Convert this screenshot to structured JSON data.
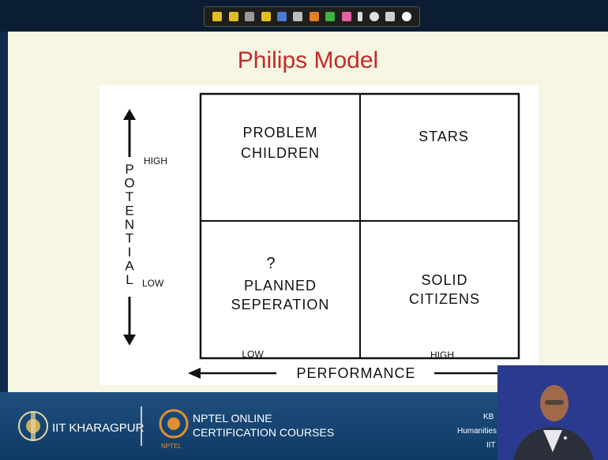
{
  "slide": {
    "title": "Philips Model"
  },
  "diagram": {
    "quadrants": {
      "top_left": "PROBLEM\nCHILDREN",
      "top_left_line1": "PROBLEM",
      "top_left_line2": "CHILDREN",
      "top_right": "STARS",
      "bottom_left_question": "?",
      "bottom_left_line1": "PLANNED",
      "bottom_left_line2": "SEPERATION",
      "bottom_right_line1": "SOLID",
      "bottom_right_line2": "CITIZENS"
    },
    "y_axis": {
      "letters": [
        "P",
        "O",
        "T",
        "E",
        "N",
        "T",
        "I",
        "A",
        "L"
      ],
      "high_label": "HIGH",
      "low_label": "LOW"
    },
    "x_axis": {
      "label": "PERFORMANCE",
      "low_label": "LOW",
      "high_label": "HIGH"
    }
  },
  "footer": {
    "iit_label": "IIT KHARAGPUR",
    "nptel_line1": "NPTEL ONLINE",
    "nptel_line2": "CERTIFICATION COURSES",
    "nptel_logo_text": "NPTEL",
    "right_line1": "KB",
    "right_line2": "Humanities",
    "right_line3": "IIT"
  },
  "colors": {
    "title": "#c62828",
    "slide_bg": "#f6f6e2",
    "footer_bg": "#1f4f7f",
    "presenter_bg": "#2a3b8f"
  },
  "toolbar": {
    "icons": [
      "pointer-icon",
      "pen-icon",
      "highlighter-icon",
      "marker-icon",
      "eraser-icon",
      "page-icon",
      "pencil-icon",
      "green-pen-icon",
      "pink-pen-icon",
      "arrow-icon",
      "laser-icon",
      "grid-icon",
      "settings-icon"
    ]
  }
}
